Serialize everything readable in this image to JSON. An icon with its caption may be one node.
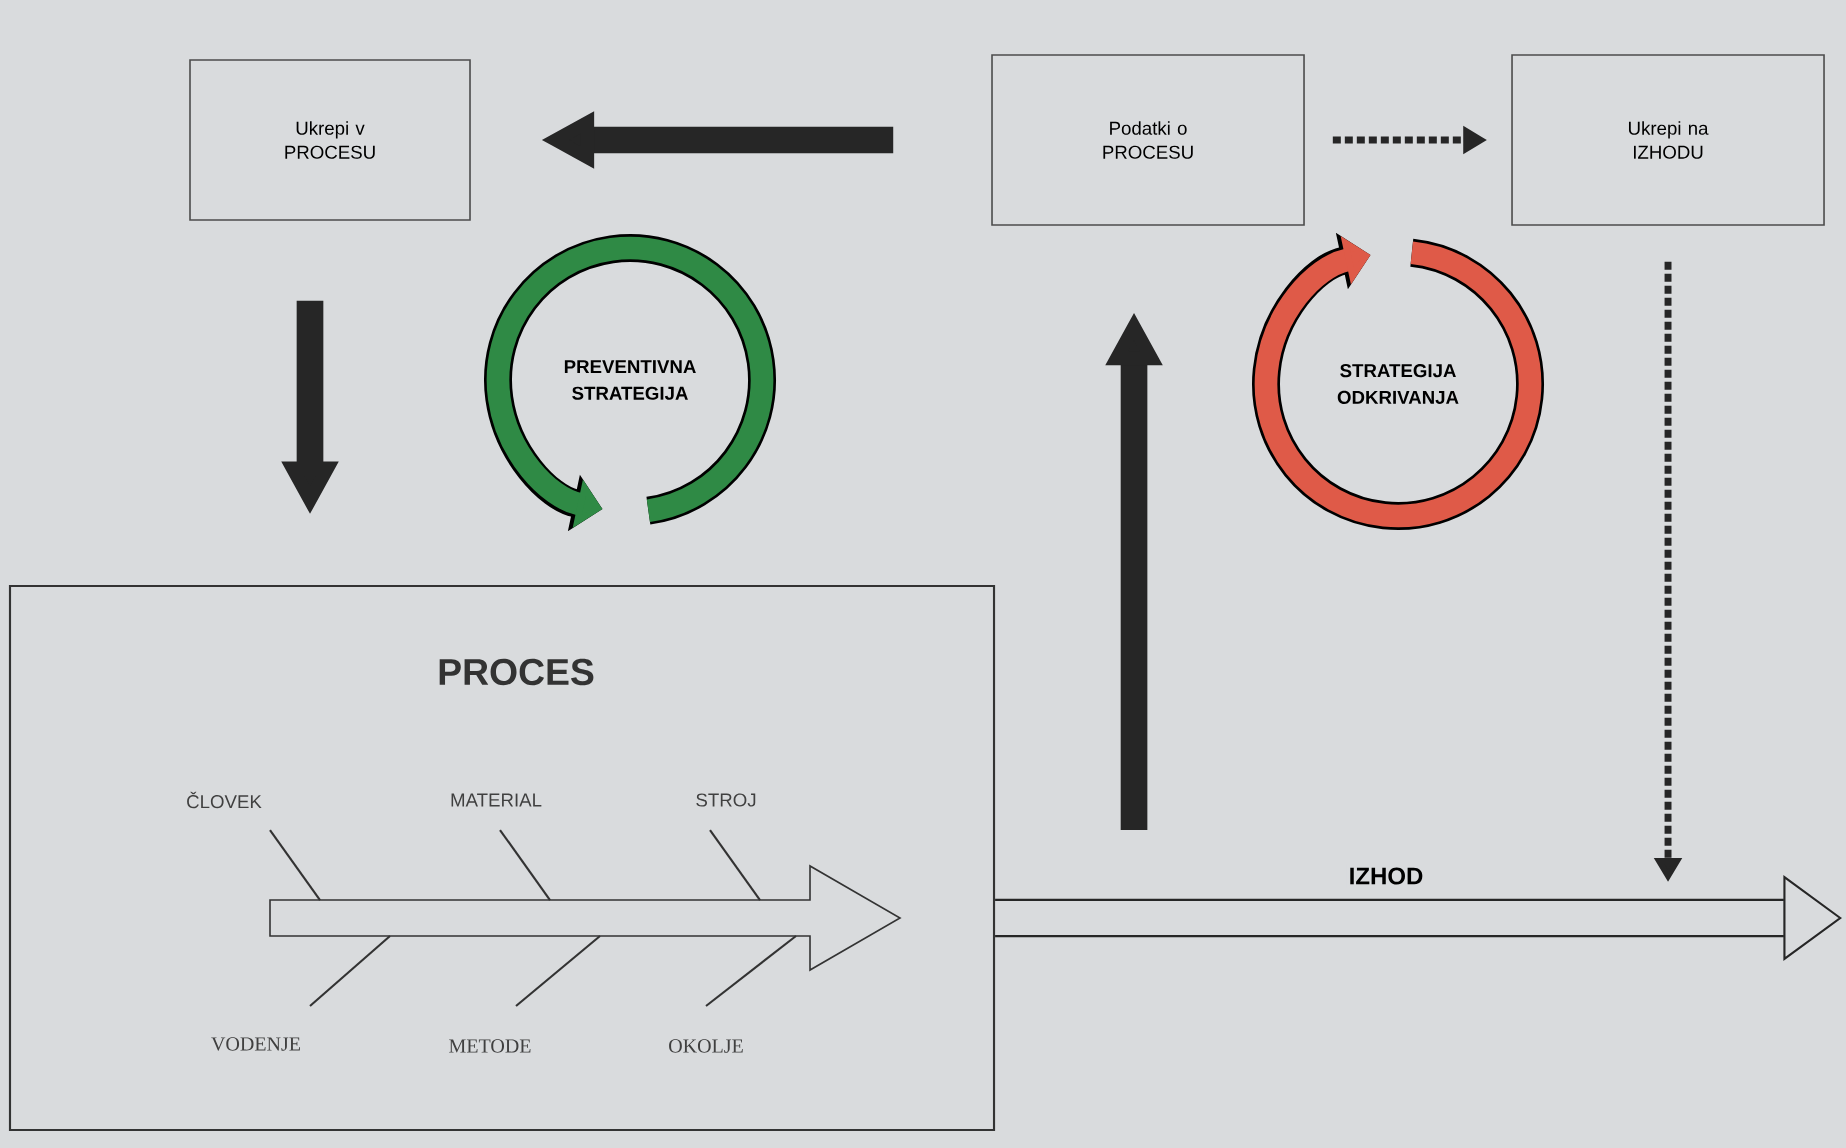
{
  "diagram": {
    "nodes": [
      {
        "text": [
          "Ukrepi v PROCESU"
        ]
      },
      {
        "text": [
          "Podatki o PROCESU"
        ]
      },
      {
        "text": [
          "Ukrepi na IZHODU"
        ]
      },
      {
        "text": [
          "PROCES"
        ]
      },
      {
        "text": [
          "PREVENTIVNA STRATEGIJA"
        ]
      },
      {
        "text": [
          "STRATEGIJA ODKRIVANJA"
        ]
      }
    ],
    "edges": [
      {
        "from": 1,
        "to": 0,
        "arrow": "to"
      },
      {
        "from": 1,
        "to": 2,
        "arrow": "to",
        "style": "dashed"
      },
      {
        "from": 0,
        "to": 3,
        "arrow": "to"
      },
      {
        "from": null,
        "to": 1,
        "arrow": "to"
      },
      {
        "from": 2,
        "to": null,
        "arrow": "to",
        "style": "dashed"
      },
      {
        "from": 3,
        "to": null,
        "arrow": "to",
        "label": "IZHOD"
      }
    ],
    "labels": [
      "ČLOVEK",
      "MATERIAL",
      "STROJ",
      "VODENJE",
      "METODE",
      "OKOLJE"
    ]
  }
}
